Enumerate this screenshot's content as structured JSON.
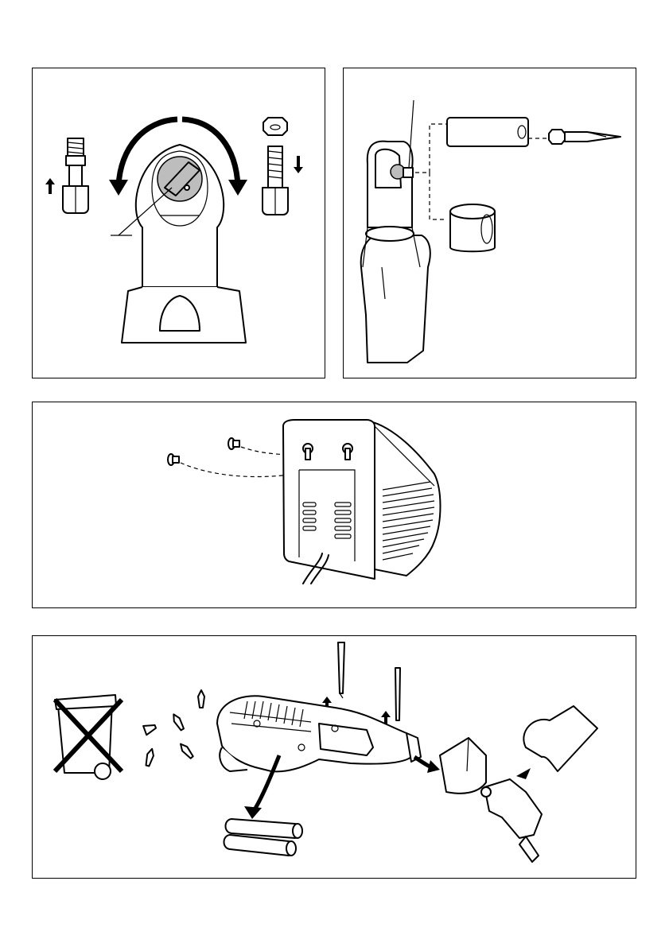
{
  "page": {
    "panels": [
      {
        "id": "ratchet-direction"
      },
      {
        "id": "socket-bit-fitting"
      },
      {
        "id": "charger-wall-mounting"
      },
      {
        "id": "battery-disposal"
      }
    ]
  },
  "icons": {
    "arrow_counterclockwise": "arrow-ccw-icon",
    "arrow_clockwise": "arrow-cw-icon",
    "bin_crossed": "crossed-out-bin-icon"
  },
  "colors": {
    "line": "#000000",
    "fill_grey": "#bdbdbd",
    "background": "#ffffff"
  }
}
